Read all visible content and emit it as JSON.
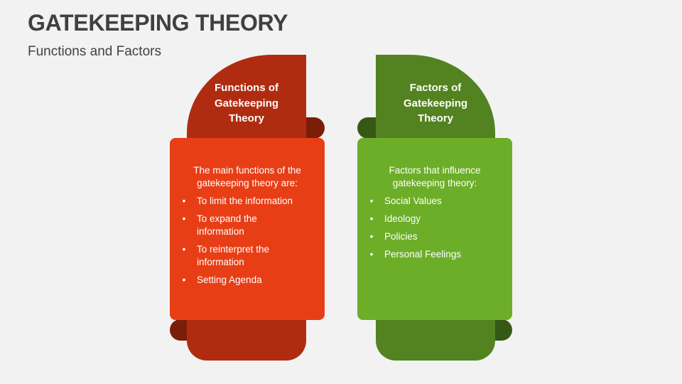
{
  "header": {
    "title": "GATEKEEPING THEORY",
    "subtitle": "Functions and Factors"
  },
  "cards": [
    {
      "heading": "Functions of Gatekeeping Theory",
      "heading_lines": [
        "Functions of",
        "Gatekeeping",
        "Theory"
      ],
      "intro_lines": [
        "The main functions of the",
        "gatekeeping theory are:"
      ],
      "bullet_icon": "•",
      "items": [
        [
          "To limit the information"
        ],
        [
          "To expand the",
          "information"
        ],
        [
          "To reinterpret the",
          "information"
        ],
        [
          "Setting Agenda"
        ]
      ],
      "colors": {
        "tab": "#b02c10",
        "body": "#e83e16",
        "roll": "#7a1e0a"
      }
    },
    {
      "heading": "Factors of Gatekeeping Theory",
      "heading_lines": [
        "Factors of",
        "Gatekeeping",
        "Theory"
      ],
      "intro_lines": [
        "Factors that influence",
        "gatekeeping theory:"
      ],
      "bullet_icon": "•",
      "items": [
        [
          "Social Values"
        ],
        [
          "Ideology"
        ],
        [
          "Policies"
        ],
        [
          "Personal Feelings"
        ]
      ],
      "colors": {
        "tab": "#538220",
        "body": "#6cae28",
        "roll": "#365815"
      }
    }
  ]
}
